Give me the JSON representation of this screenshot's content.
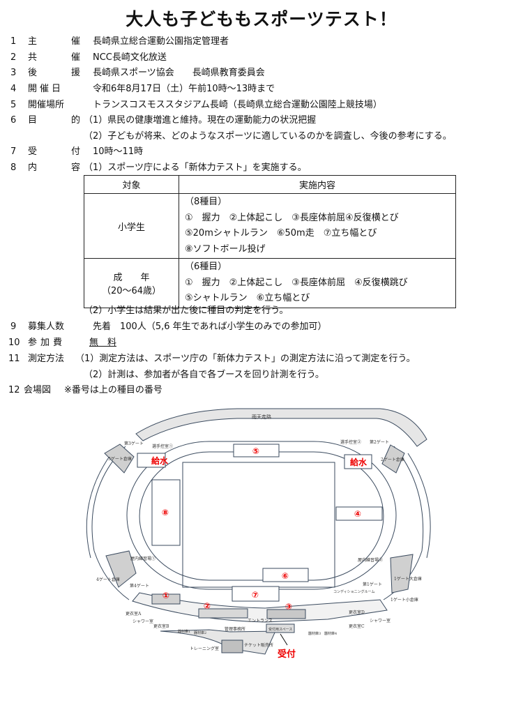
{
  "title": "大人も子どももスポーツテスト！",
  "items": [
    {
      "num": "1",
      "label": "主　催",
      "value": "長崎県立総合運動公園指定管理者"
    },
    {
      "num": "2",
      "label": "共　催",
      "value": "NCC長崎文化放送"
    },
    {
      "num": "3",
      "label": "後　援",
      "value": "長崎県スポーツ協会　　長崎県教育委員会"
    },
    {
      "num": "4",
      "label": "開催日",
      "value": "令和6年8月17日（土）午前10時～13時まで"
    },
    {
      "num": "5",
      "label": "開催場所",
      "value": "トランスコスモススタジアム長崎（長崎県立総合運動公園陸上競技場）"
    },
    {
      "num": "6",
      "label": "目　的",
      "value": "（1）県民の健康増進と維持。現在の運動能力の状況把握",
      "value2": "（2）子どもが将来、どのようなスポーツに適しているのかを調査し、今後の参考にする。"
    },
    {
      "num": "7",
      "label": "受　付",
      "value": "10時～11時"
    },
    {
      "num": "8",
      "label": "内　容",
      "value": "（1）スポーツ庁による「新体力テスト」を実施する。",
      "value2": "（2）小学生は結果が出た後に種目の判定を行う。"
    },
    {
      "num": "9",
      "label": "募集人数",
      "value": "先着　100人（5,6 年生であれば小学生のみでの参加可）"
    },
    {
      "num": "10",
      "label": "参加費",
      "value": "無　料"
    },
    {
      "num": "11",
      "label": "測定方法",
      "value": "（1）測定方法は、スポーツ庁の「新体力テスト」の測定方法に沿って測定を行う。",
      "value2": "（2）計測は、参加者が各自で各ブースを回り計測を行う。"
    },
    {
      "num": "12",
      "label": "会場図",
      "value": "※番号は上の種目の番号"
    }
  ],
  "table": {
    "headers": [
      "対象",
      "実施内容"
    ],
    "rows": [
      {
        "target": "小学生",
        "lines": [
          "（8種目）",
          "①　握力　②上体起こし　③長座体前屈④反復横とび",
          "⑤20mシャトルラン　⑥50m走　⑦立ち幅とび",
          "⑧ソフトボール投げ"
        ]
      },
      {
        "target": "成　　年",
        "target2": "（20～64歳）",
        "lines": [
          "（6種目）",
          "①　握力　②上体起こし　③長座体前屈　④反復横跳び",
          "⑤シャトルラン　⑥立ち幅とび"
        ]
      }
    ]
  },
  "map": {
    "walkway": "雨天走路",
    "water": "給水",
    "reception": "受付",
    "stations": [
      "①",
      "②",
      "③",
      "④",
      "⑤",
      "⑥",
      "⑦",
      "⑧"
    ],
    "labels": {
      "gate3": "第3ゲート",
      "gate3store": "3ゲート倉庫",
      "locker1": "選手控室①",
      "locker2": "選手控室②",
      "gate2": "第2ゲート",
      "gate2store": "2ゲート倉庫",
      "practice1": "屋内練習場①",
      "practice2": "屋内練習場②",
      "gate4store": "4ゲート倉庫",
      "gate4": "第4ゲート",
      "gate1": "第1ゲート",
      "gate1big": "1ゲート大倉庫",
      "gate1small": "1ゲート小倉庫",
      "changeA": "更衣室A",
      "shower1": "シャワー室",
      "changeB": "更衣室B",
      "changeC": "更衣室C",
      "changeD": "更衣室D",
      "shower2": "シャワー室",
      "entrance": "エントランス",
      "office": "管理事務所",
      "training": "トレーニング室",
      "ticket": "チケット販売所",
      "reception_space": "受付用スペース",
      "conditioning": "コンディショニングルーム",
      "equip1": "器材庫1",
      "equip2": "器材庫2",
      "equip3": "器材庫3",
      "equip4": "器材庫4"
    }
  }
}
